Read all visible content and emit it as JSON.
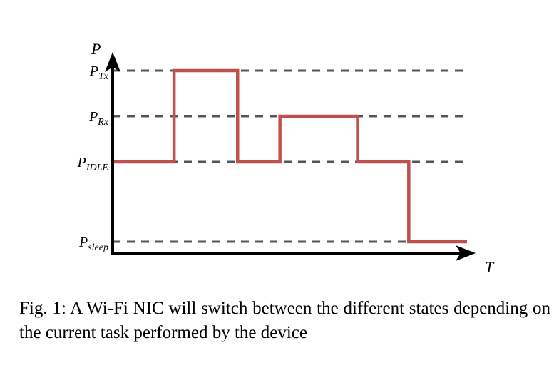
{
  "diagram": {
    "y_axis_label": "P",
    "x_axis_label": "T",
    "levels": [
      {
        "id": "tx",
        "base": "P",
        "sub": "Tx",
        "value": 4
      },
      {
        "id": "rx",
        "base": "P",
        "sub": "Rx",
        "value": 3
      },
      {
        "id": "idle",
        "base": "P",
        "sub": "IDLE",
        "value": 2
      },
      {
        "id": "sleep",
        "base": "P",
        "sub": "sleep",
        "value": 0.25
      }
    ],
    "power_trace": {
      "t_start": 0,
      "t_end": 10,
      "steps": [
        {
          "t": 0,
          "level": "idle"
        },
        {
          "t": 1.7,
          "level": "tx"
        },
        {
          "t": 3.5,
          "level": "idle"
        },
        {
          "t": 4.7,
          "level": "rx"
        },
        {
          "t": 6.9,
          "level": "idle"
        },
        {
          "t": 8.35,
          "level": "sleep"
        }
      ]
    },
    "colors": {
      "trace": "#c0504d",
      "axes": "#000000",
      "dashed": "#555555"
    }
  },
  "caption": {
    "text": "Fig. 1: A Wi-Fi NIC will switch between the different states depending on the current task performed by the device"
  }
}
